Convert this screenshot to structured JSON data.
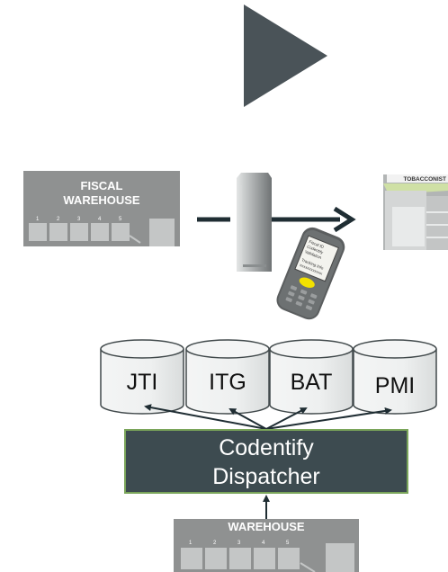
{
  "fiscal_warehouse": {
    "line1": "FISCAL",
    "line2": "WAREHOUSE",
    "bays": [
      "1",
      "2",
      "3",
      "4",
      "5"
    ]
  },
  "tobacconist": {
    "sign": "TOBACCONIST"
  },
  "handheld_screen": [
    "Fiscal ID",
    "Codentify",
    "Validation",
    "",
    "Tracking Info",
    "xxxxxxxxxxxx"
  ],
  "databases": [
    {
      "label": "JTI"
    },
    {
      "label": "ITG"
    },
    {
      "label": "BAT"
    },
    {
      "label": "PMI"
    }
  ],
  "dispatcher": {
    "line1": "Codentify",
    "line2": "Dispatcher"
  },
  "warehouse": {
    "label": "WAREHOUSE",
    "bays": [
      "1",
      "2",
      "3",
      "4",
      "5"
    ]
  },
  "colors": {
    "play_arrow": "#4a5358",
    "dispatcher_fill": "#3d4b50",
    "dispatcher_border": "#7aa55a",
    "cylinder_fill": "#eef0f0",
    "arrow": "#1f2d33",
    "warehouse_gray": "#8f9191",
    "bay_gray": "#c4c6c6"
  }
}
